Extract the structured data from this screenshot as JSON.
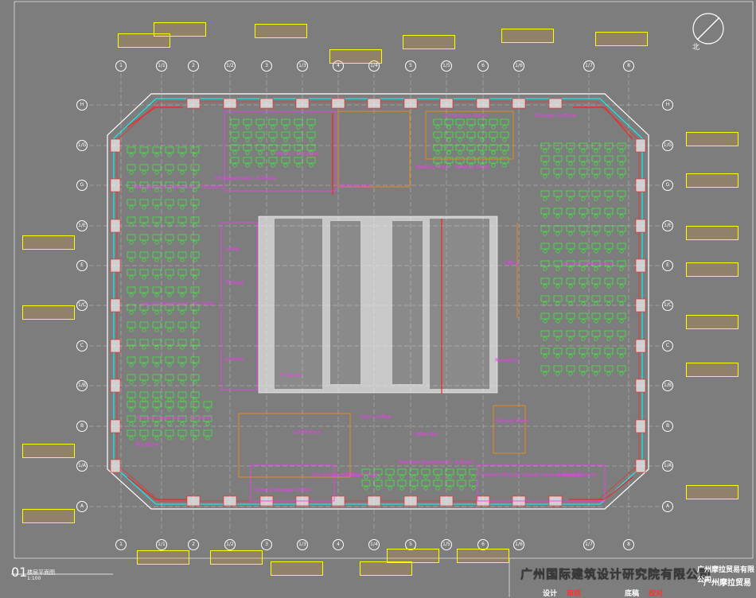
{
  "drawing": {
    "number": "01",
    "title": "楼层平面图",
    "scale": "1:100",
    "north": "北"
  },
  "grid_columns": [
    "1",
    "1/1",
    "2",
    "1/2",
    "3",
    "1/3",
    "4",
    "1/4",
    "5",
    "1/5",
    "6",
    "1/6",
    "1/7",
    "8"
  ],
  "grid_rows": [
    "H",
    "1/G",
    "G",
    "1/E",
    "E",
    "1/C",
    "C",
    "1/B",
    "B",
    "1/A",
    "A"
  ],
  "rooms": {
    "management": "Management Department - 30 Desks",
    "hr": "HR Department - 8 Desks",
    "pantry": "Pantry / Fire Zone",
    "waiting": "Waiting Area",
    "conference": "Conference Room",
    "storage_top": "Storage / Archive",
    "meeting1": "Meeting Room",
    "meeting2": "Meeting Room",
    "logistic": "Logistic Department - 40 Desks",
    "lobby": "Lobby",
    "storage": "Storage",
    "director": "Director",
    "it_server": "IT Server",
    "finance": "Finance Department - 24 Desks",
    "tea_room": "Tea Room",
    "cafe": "Café / Coffee",
    "coffee_bar": "Coffee Bar",
    "conf_vc": "Conference",
    "general_manager": "General Manager Office",
    "vice_president": "Vice President Office",
    "oversea": "Oversea Trade",
    "finance_dir": "Finance Director",
    "business": "Business Department - 8 Desks",
    "deputy_gm": "Deputy General Manager",
    "general_dir": "General Director",
    "office_right": "Office",
    "marketing": "Account Department",
    "reception": "Reception",
    "training": "Training Room"
  },
  "title_block": {
    "company": "广州国际建筑设计研究院有限公司",
    "client1": "广州摩拉贸易有限公司",
    "client2": "广州摩拉贸易",
    "sign1": "设计",
    "sign2": "审核",
    "sign3": "底稿",
    "sign4": "校对"
  },
  "colors": {
    "background": "#7d7d7d",
    "desks": "#33ff33",
    "walls": "#c8c8c8",
    "columns": "#d0d0d0",
    "glass": "#00ffff",
    "red": "#ff2020",
    "magenta": "#ff33ff",
    "orange": "#ff8a00",
    "yellow": "#ffff00",
    "white": "#ffffff"
  }
}
